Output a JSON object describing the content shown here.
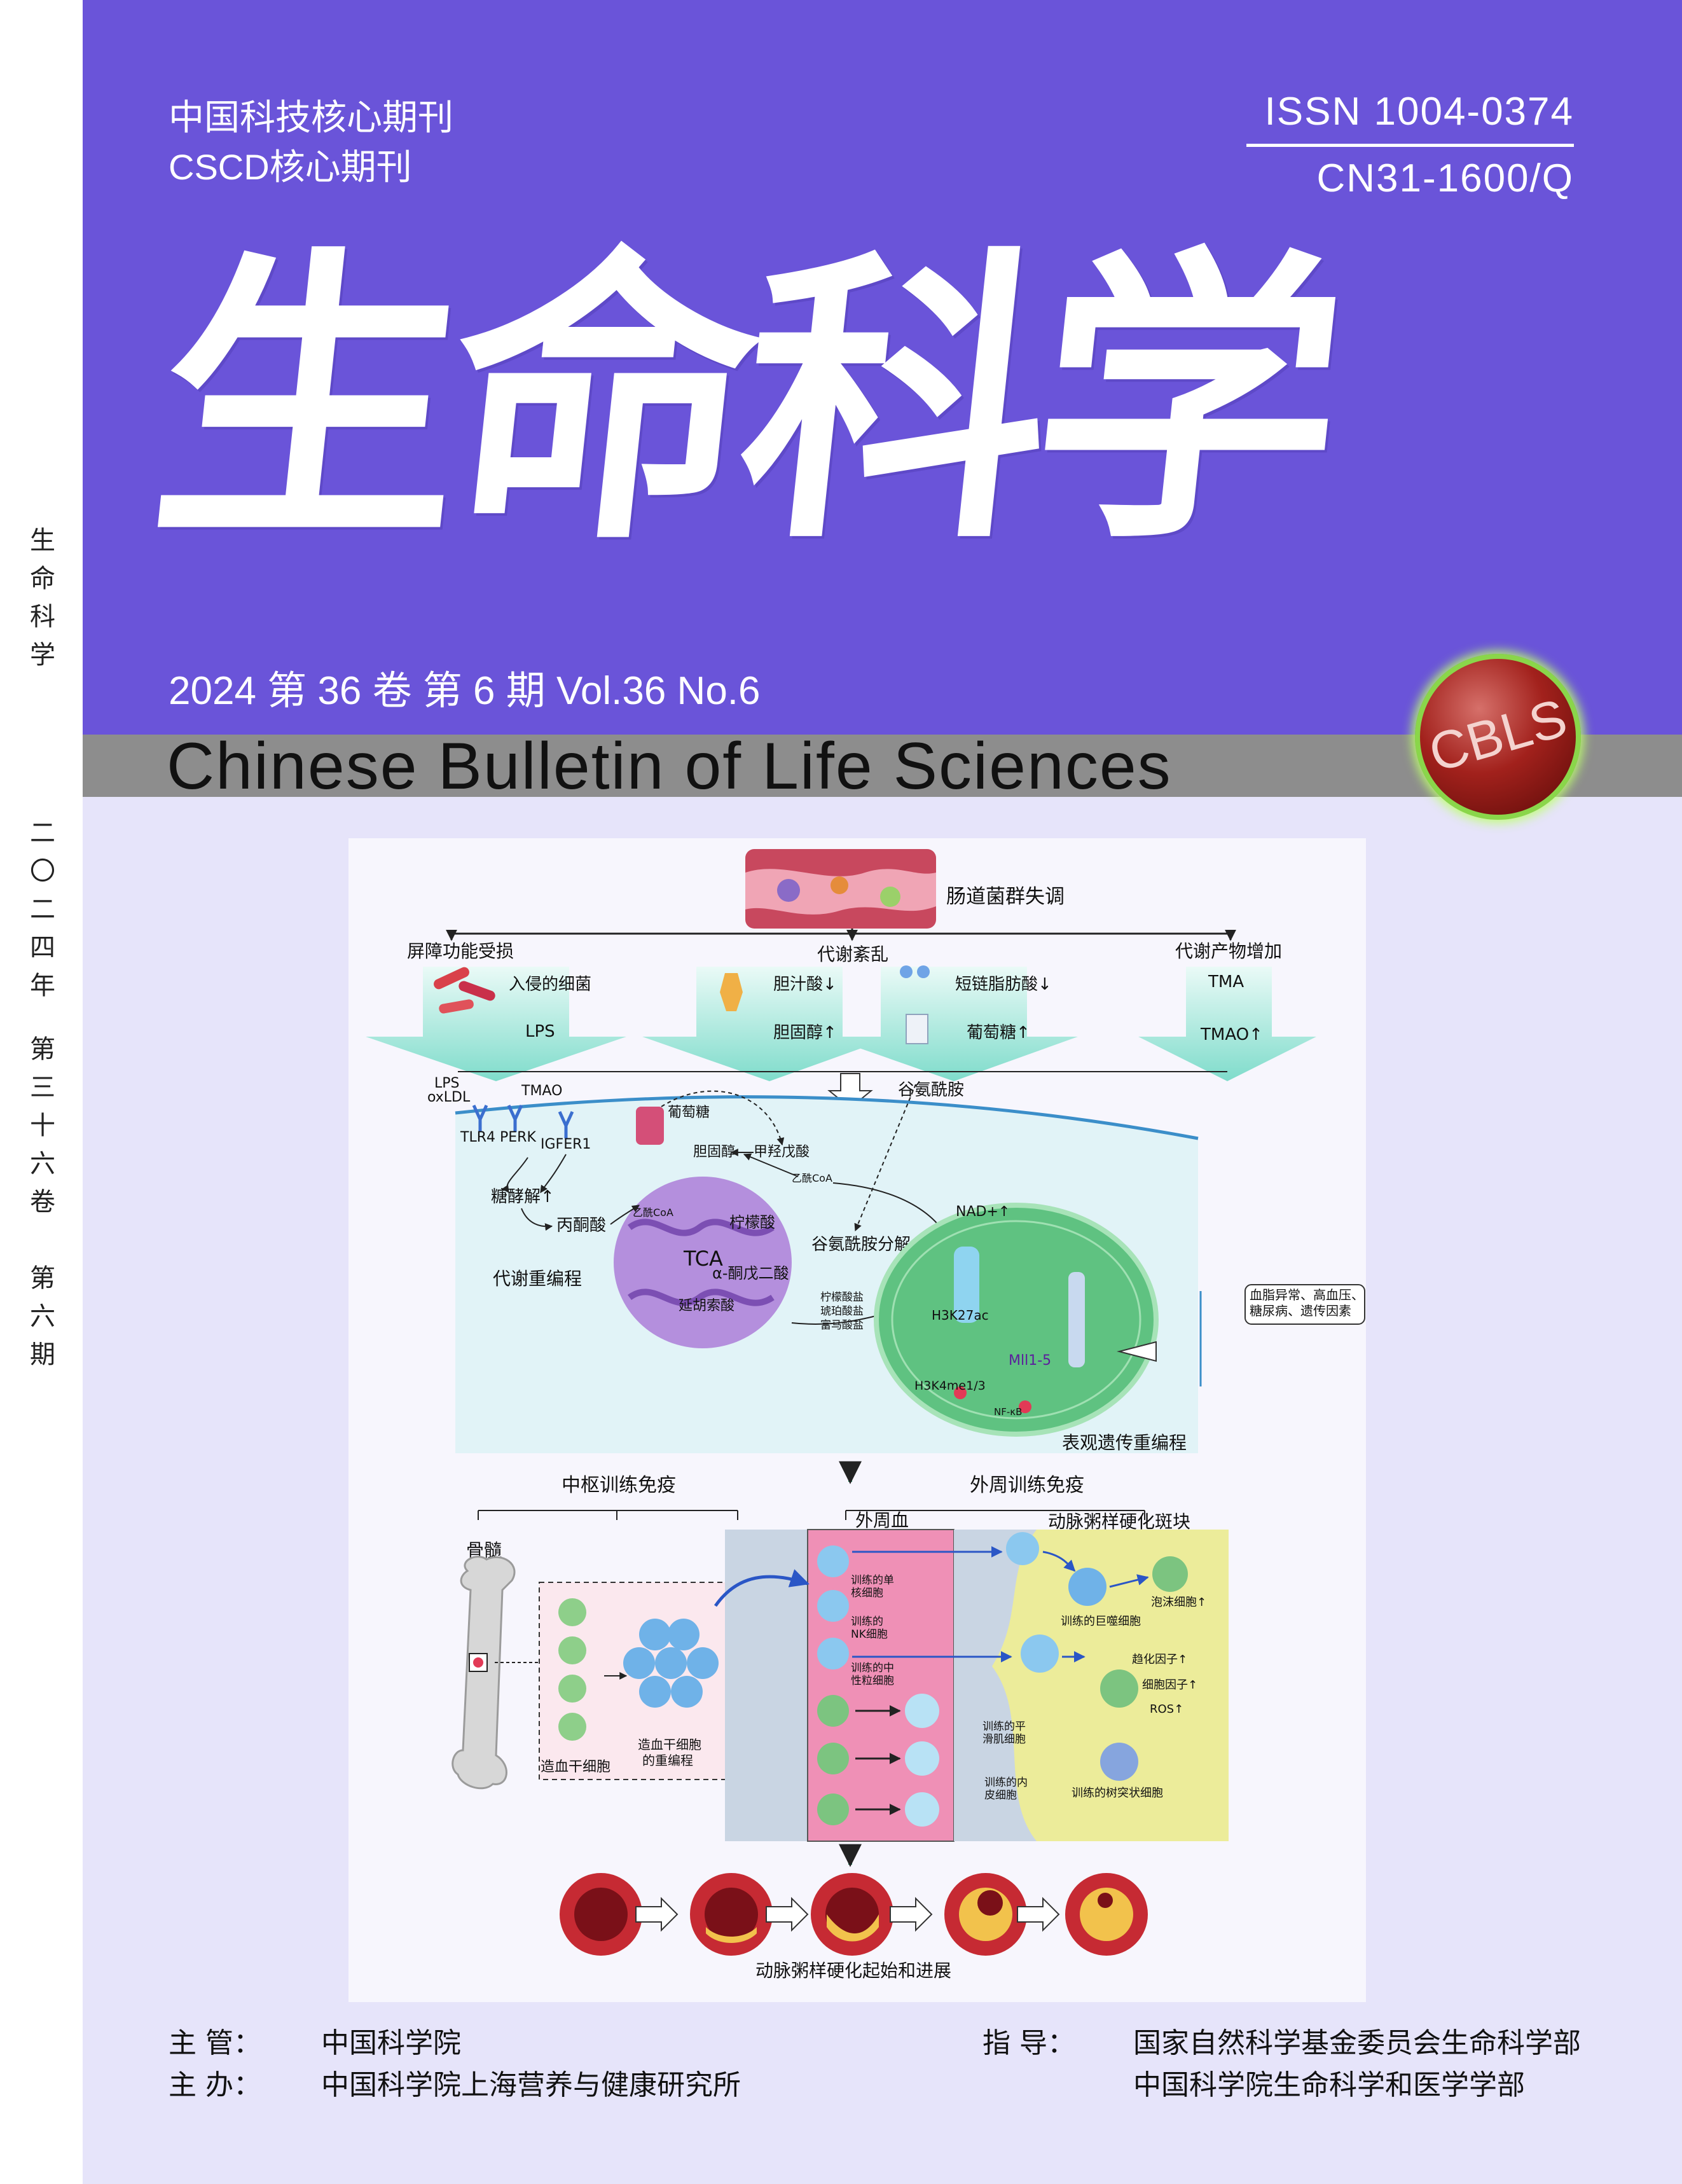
{
  "spine": {
    "lines": [
      "生命科学",
      "二〇二四年",
      "第三十六卷",
      "第六期"
    ]
  },
  "header": {
    "tag1": "中国科技核心期刊",
    "tag2": "CSCD核心期刊",
    "issn": "ISSN  1004-0374",
    "cn": "CN31-1600/Q"
  },
  "title": {
    "cn": "生命科学",
    "en": "Chinese Bulletin of Life Sciences"
  },
  "issue": {
    "text": "2024 第 36 卷 第 6 期   Vol.36 No.6"
  },
  "logo": {
    "text": "CBLS"
  },
  "figure": {
    "gut": "肠道菌群失调",
    "branch_left": "屏障功能受损",
    "branch_mid": "代谢紊乱",
    "branch_right": "代谢产物增加",
    "invading": "入侵的细菌",
    "lps": "LPS",
    "bile_acid": "胆汁酸↓",
    "cholesterol_up": "胆固醇↑",
    "scfa": "短链脂肪酸↓",
    "glucose_up": "葡萄糖↑",
    "tma": "TMA",
    "tmao_up": "TMAO↑",
    "glutamine": "谷氨酰胺",
    "lps_oxldl": "LPS\noxLDL",
    "tmao": "TMAO",
    "glucose": "葡萄糖",
    "tlr4": "TLR4",
    "perk": "PERK",
    "igfer1": "IGFER1",
    "chol": "胆固醇",
    "mevalonate": "甲羟戊酸",
    "acetyl_coa": "乙酰CoA",
    "glycolysis": "糖酵解↑",
    "pyruvate": "丙酮酸",
    "acetyl_coa2": "乙酰CoA",
    "citrate": "柠檬酸",
    "glutaminolysis": "谷氨酰胺分解↑",
    "tca": "TCA",
    "akg": "α-酮戊二酸",
    "succinate": "延胡索酸",
    "metabolic_reprog": "代谢重编程",
    "salts": "柠檬酸盐\n琥珀酸盐\n富马酸盐",
    "nad": "NAD+↑",
    "h3k27ac": "H3K27ac",
    "mll": "Mll1-5",
    "h3k4me": "H3K4me1/3",
    "nfkb": "NF-κB",
    "epigenetic": "表观遗传重编程",
    "risk": "血脂异常、高血压、\n糖尿病、遗传因素",
    "central": "中枢训练免疫",
    "peripheral": "外周训练免疫",
    "blood": "外周血",
    "plaque": "动脉粥样硬化斑块",
    "bone_marrow": "骨髓",
    "hspc": "造血干细胞",
    "hspc_reprog": "造血干细胞\n的重编程",
    "mono": "训练的单\n核细胞",
    "nk": "训练的\nNK细胞",
    "neut": "训练的中\n性粒细胞",
    "macro": "训练的巨噬细胞",
    "foam": "泡沫细胞↑",
    "chemokine": "趋化因子↑",
    "cytokine": "细胞因子↑",
    "ros": "ROS↑",
    "smc": "训练的平\n滑肌细胞",
    "endo": "训练的内\n皮细胞",
    "dc": "训练的树突状细胞",
    "progression": "动脉粥样硬化起始和进展"
  },
  "footer": {
    "sup_label": "主    管：",
    "sup_value": "中国科学院",
    "host_label": "主    办：",
    "host_value": "中国科学院上海营养与健康研究所",
    "guide_label": "指    导：",
    "guide_value1": "国家自然科学基金委员会生命科学部",
    "guide_value2": "中国科学院生命科学和医学学部"
  },
  "colors": {
    "cover_purple": "#6a54d9",
    "band_gray": "#8d8d8d",
    "lower_lilac": "#e6e4fa",
    "logo_red": "#a2211c"
  }
}
